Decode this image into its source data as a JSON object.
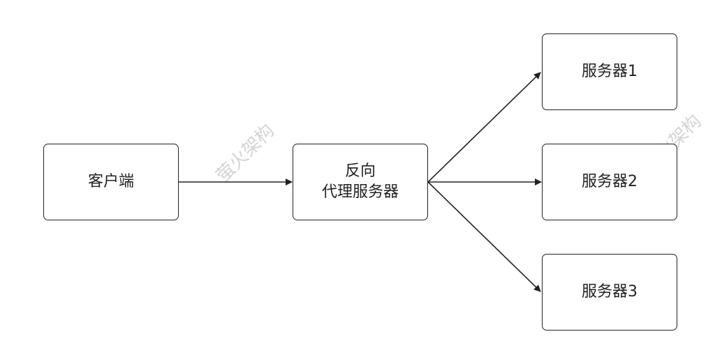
{
  "nodes": {
    "client": {
      "label": "客户端"
    },
    "proxy": {
      "line1": "反向",
      "line2": "代理服务器"
    },
    "server1": {
      "label": "服务器1"
    },
    "server2": {
      "label": "服务器2"
    },
    "server3": {
      "label": "服务器3"
    }
  },
  "watermark": {
    "text": "萤火架构",
    "text_partial": "火架构"
  },
  "colors": {
    "stroke": "#222222",
    "watermark": "#d4d4d4",
    "background": "#ffffff"
  }
}
